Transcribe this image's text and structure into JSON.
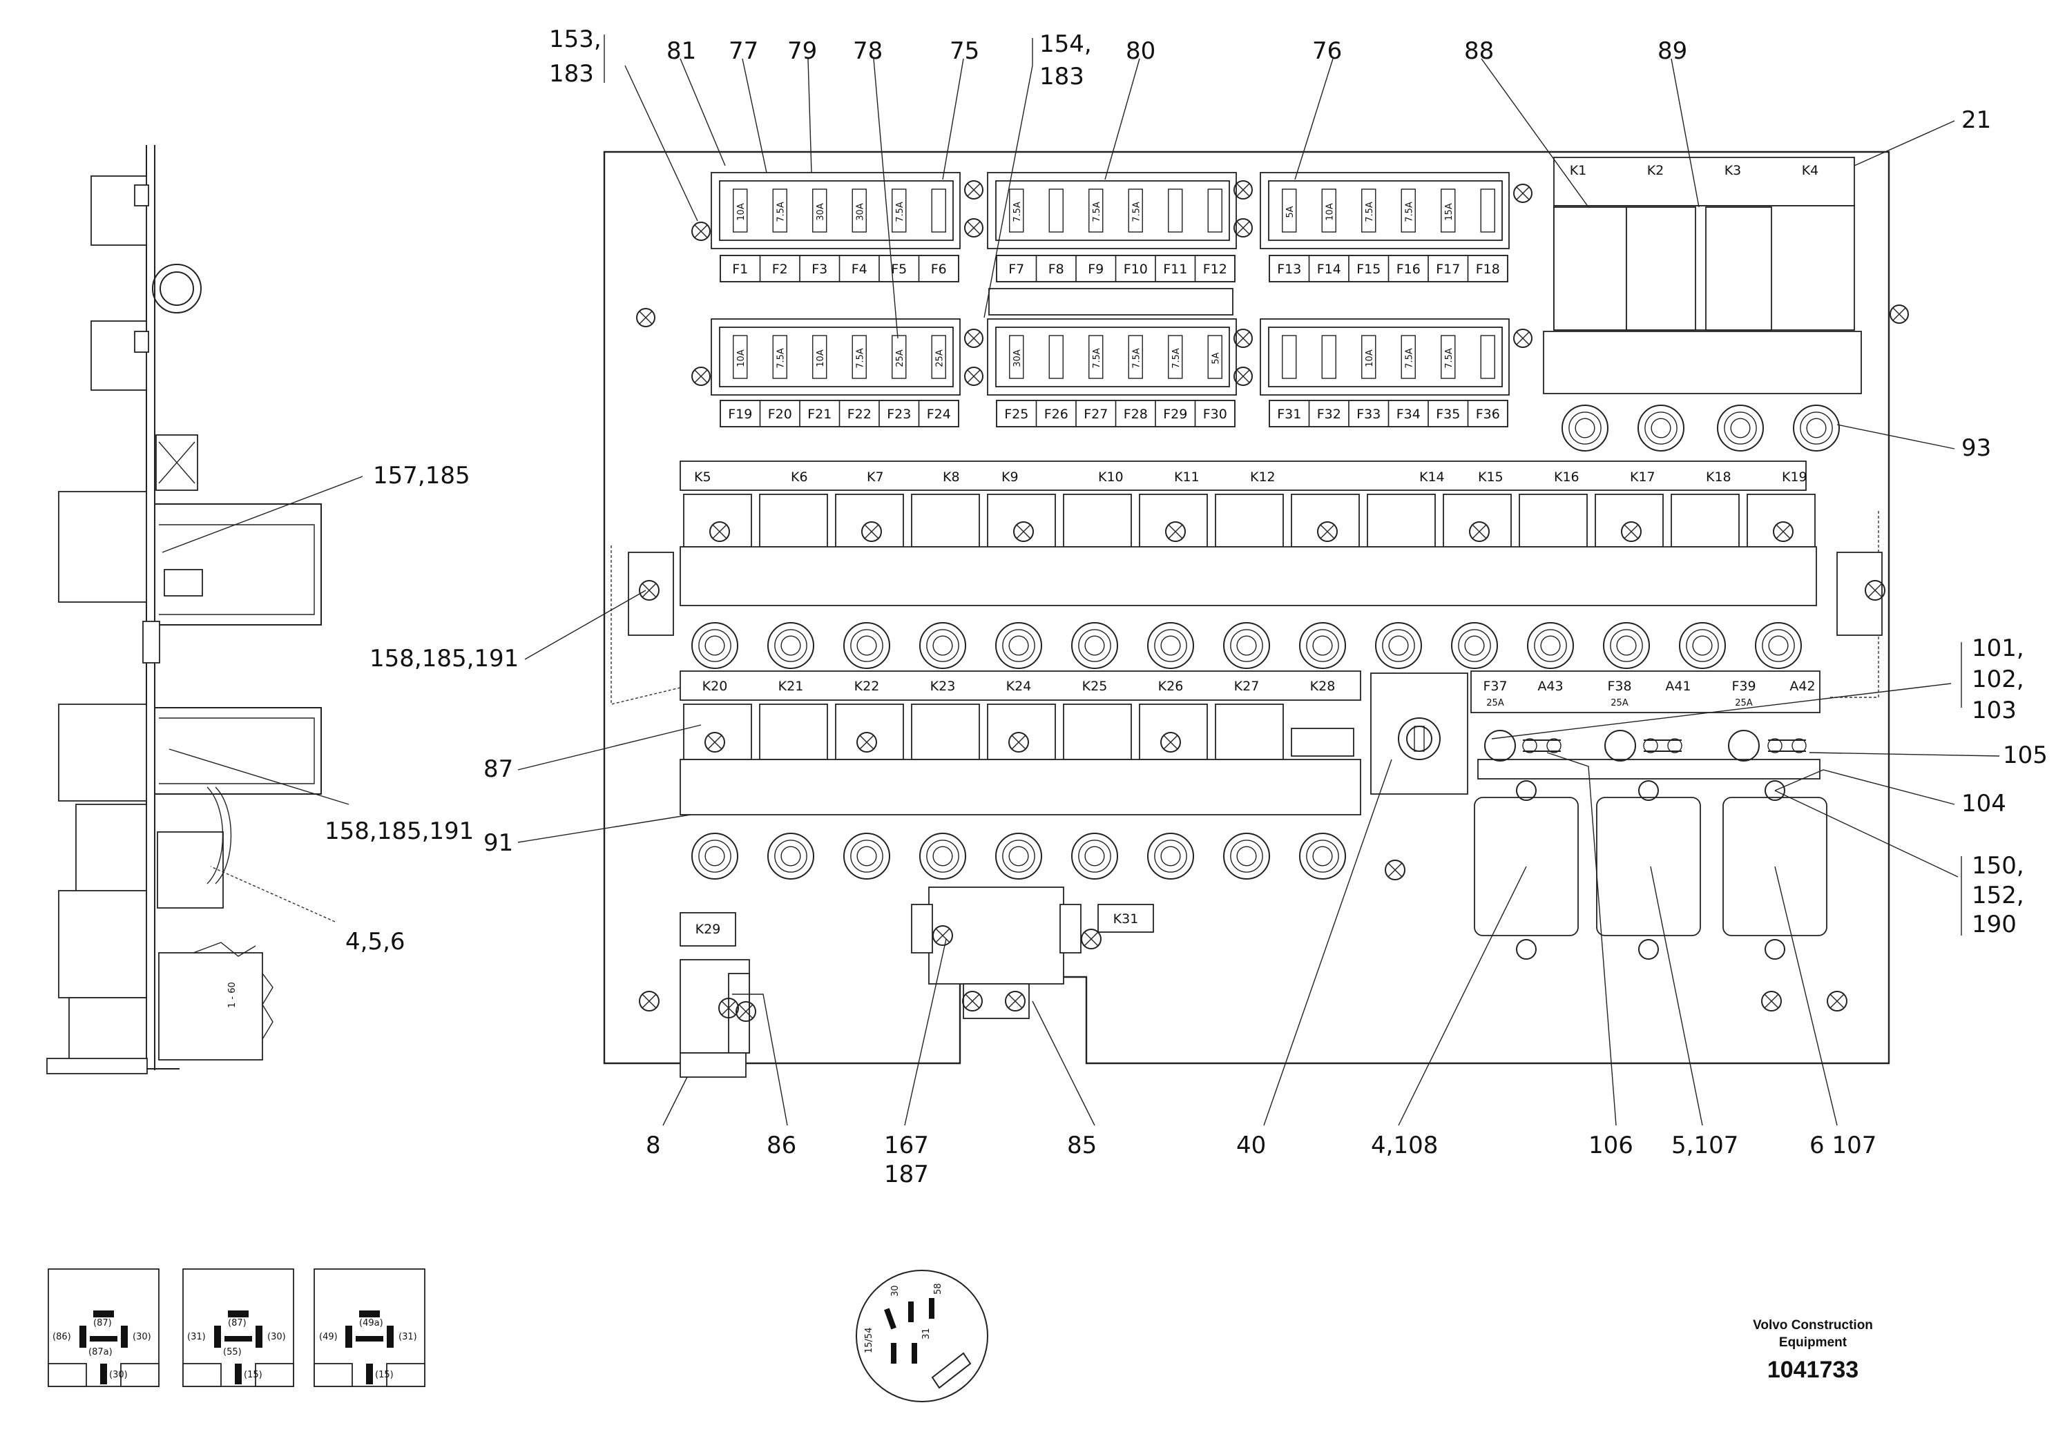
{
  "callouts": {
    "c153_183": [
      "153,",
      "183"
    ],
    "c81": "81",
    "c77": "77",
    "c79": "79",
    "c78": "78",
    "c75": "75",
    "c154_183": [
      "154,",
      "183"
    ],
    "c80": "80",
    "c76": "76",
    "c88": "88",
    "c89": "89",
    "c21": "21",
    "c93": "93",
    "c157_185": "157,185",
    "c158_185_191_a": "158,185,191",
    "c158_185_191_b": "158,185,191",
    "c87": "87",
    "c91": "91",
    "c4_5_6": "4,5,6",
    "c101_102_103": [
      "101,",
      "102,",
      "103"
    ],
    "c105": "105",
    "c104": "104",
    "c150_152_190": [
      "150,",
      "152,",
      "190"
    ],
    "c8": "8",
    "c86": "86",
    "c167_187": [
      "167",
      "187"
    ],
    "c85": "85",
    "c40": "40",
    "c4_108": "4,108",
    "c106": "106",
    "c5_107": "5,107",
    "c6_107": "6 107"
  },
  "fuses": {
    "top_left_labels": [
      "F1",
      "F2",
      "F3",
      "F4",
      "F5",
      "F6"
    ],
    "top_left_ratings": [
      "10A",
      "7.5A",
      "30A",
      "30A",
      "7.5A",
      ""
    ],
    "top_mid_labels": [
      "F7",
      "F8",
      "F9",
      "F10",
      "F11",
      "F12"
    ],
    "top_mid_ratings": [
      "7.5A",
      "",
      "7.5A",
      "7.5A",
      "",
      ""
    ],
    "top_right_labels": [
      "F13",
      "F14",
      "F15",
      "F16",
      "F17",
      "F18"
    ],
    "top_right_ratings": [
      "5A",
      "10A",
      "7.5A",
      "7.5A",
      "15A",
      ""
    ],
    "bot_left_labels": [
      "F19",
      "F20",
      "F21",
      "F22",
      "F23",
      "F24"
    ],
    "bot_left_ratings": [
      "10A",
      "7.5A",
      "10A",
      "7.5A",
      "25A",
      "25A"
    ],
    "bot_mid_labels": [
      "F25",
      "F26",
      "F27",
      "F28",
      "F29",
      "F30"
    ],
    "bot_mid_ratings": [
      "30A",
      "",
      "7.5A",
      "7.5A",
      "7.5A",
      "5A"
    ],
    "bot_right_labels": [
      "F31",
      "F32",
      "F33",
      "F34",
      "F35",
      "F36"
    ],
    "bot_right_ratings": [
      "",
      "",
      "10A",
      "7.5A",
      "7.5A",
      ""
    ]
  },
  "relays": {
    "top_strip": [
      "K1",
      "K2",
      "K3",
      "K4"
    ],
    "row1": [
      "K5",
      "K6",
      "K7",
      "K8",
      "K9",
      "K10",
      "K11",
      "K12",
      "K14",
      "K15",
      "K16",
      "K17",
      "K18",
      "K19"
    ],
    "row2": [
      "K20",
      "K21",
      "K22",
      "K23",
      "K24",
      "K25",
      "K26",
      "K27",
      "K28"
    ],
    "k29": "K29",
    "k31": "K31"
  },
  "breakers": {
    "labels": [
      "F37",
      "A43",
      "F38",
      "A41",
      "F39",
      "A42"
    ],
    "ratings": [
      "25A",
      "25A",
      "25A"
    ]
  },
  "connectors": {
    "c1": [
      "(87)",
      "(86)",
      "(30)",
      "(87a)",
      "(30)"
    ],
    "c2": [
      "(87)",
      "(31)",
      "(30)",
      "(55)",
      "(15)"
    ],
    "c3": [
      "(49a)",
      "(49)",
      "(31)",
      "(15)"
    ],
    "round": [
      "15/54",
      "58",
      "30",
      "31"
    ],
    "side_plug": "1 - 60"
  },
  "footer": {
    "brand_line1": "Volvo Construction",
    "brand_line2": "Equipment",
    "doc_number": "1041733"
  }
}
